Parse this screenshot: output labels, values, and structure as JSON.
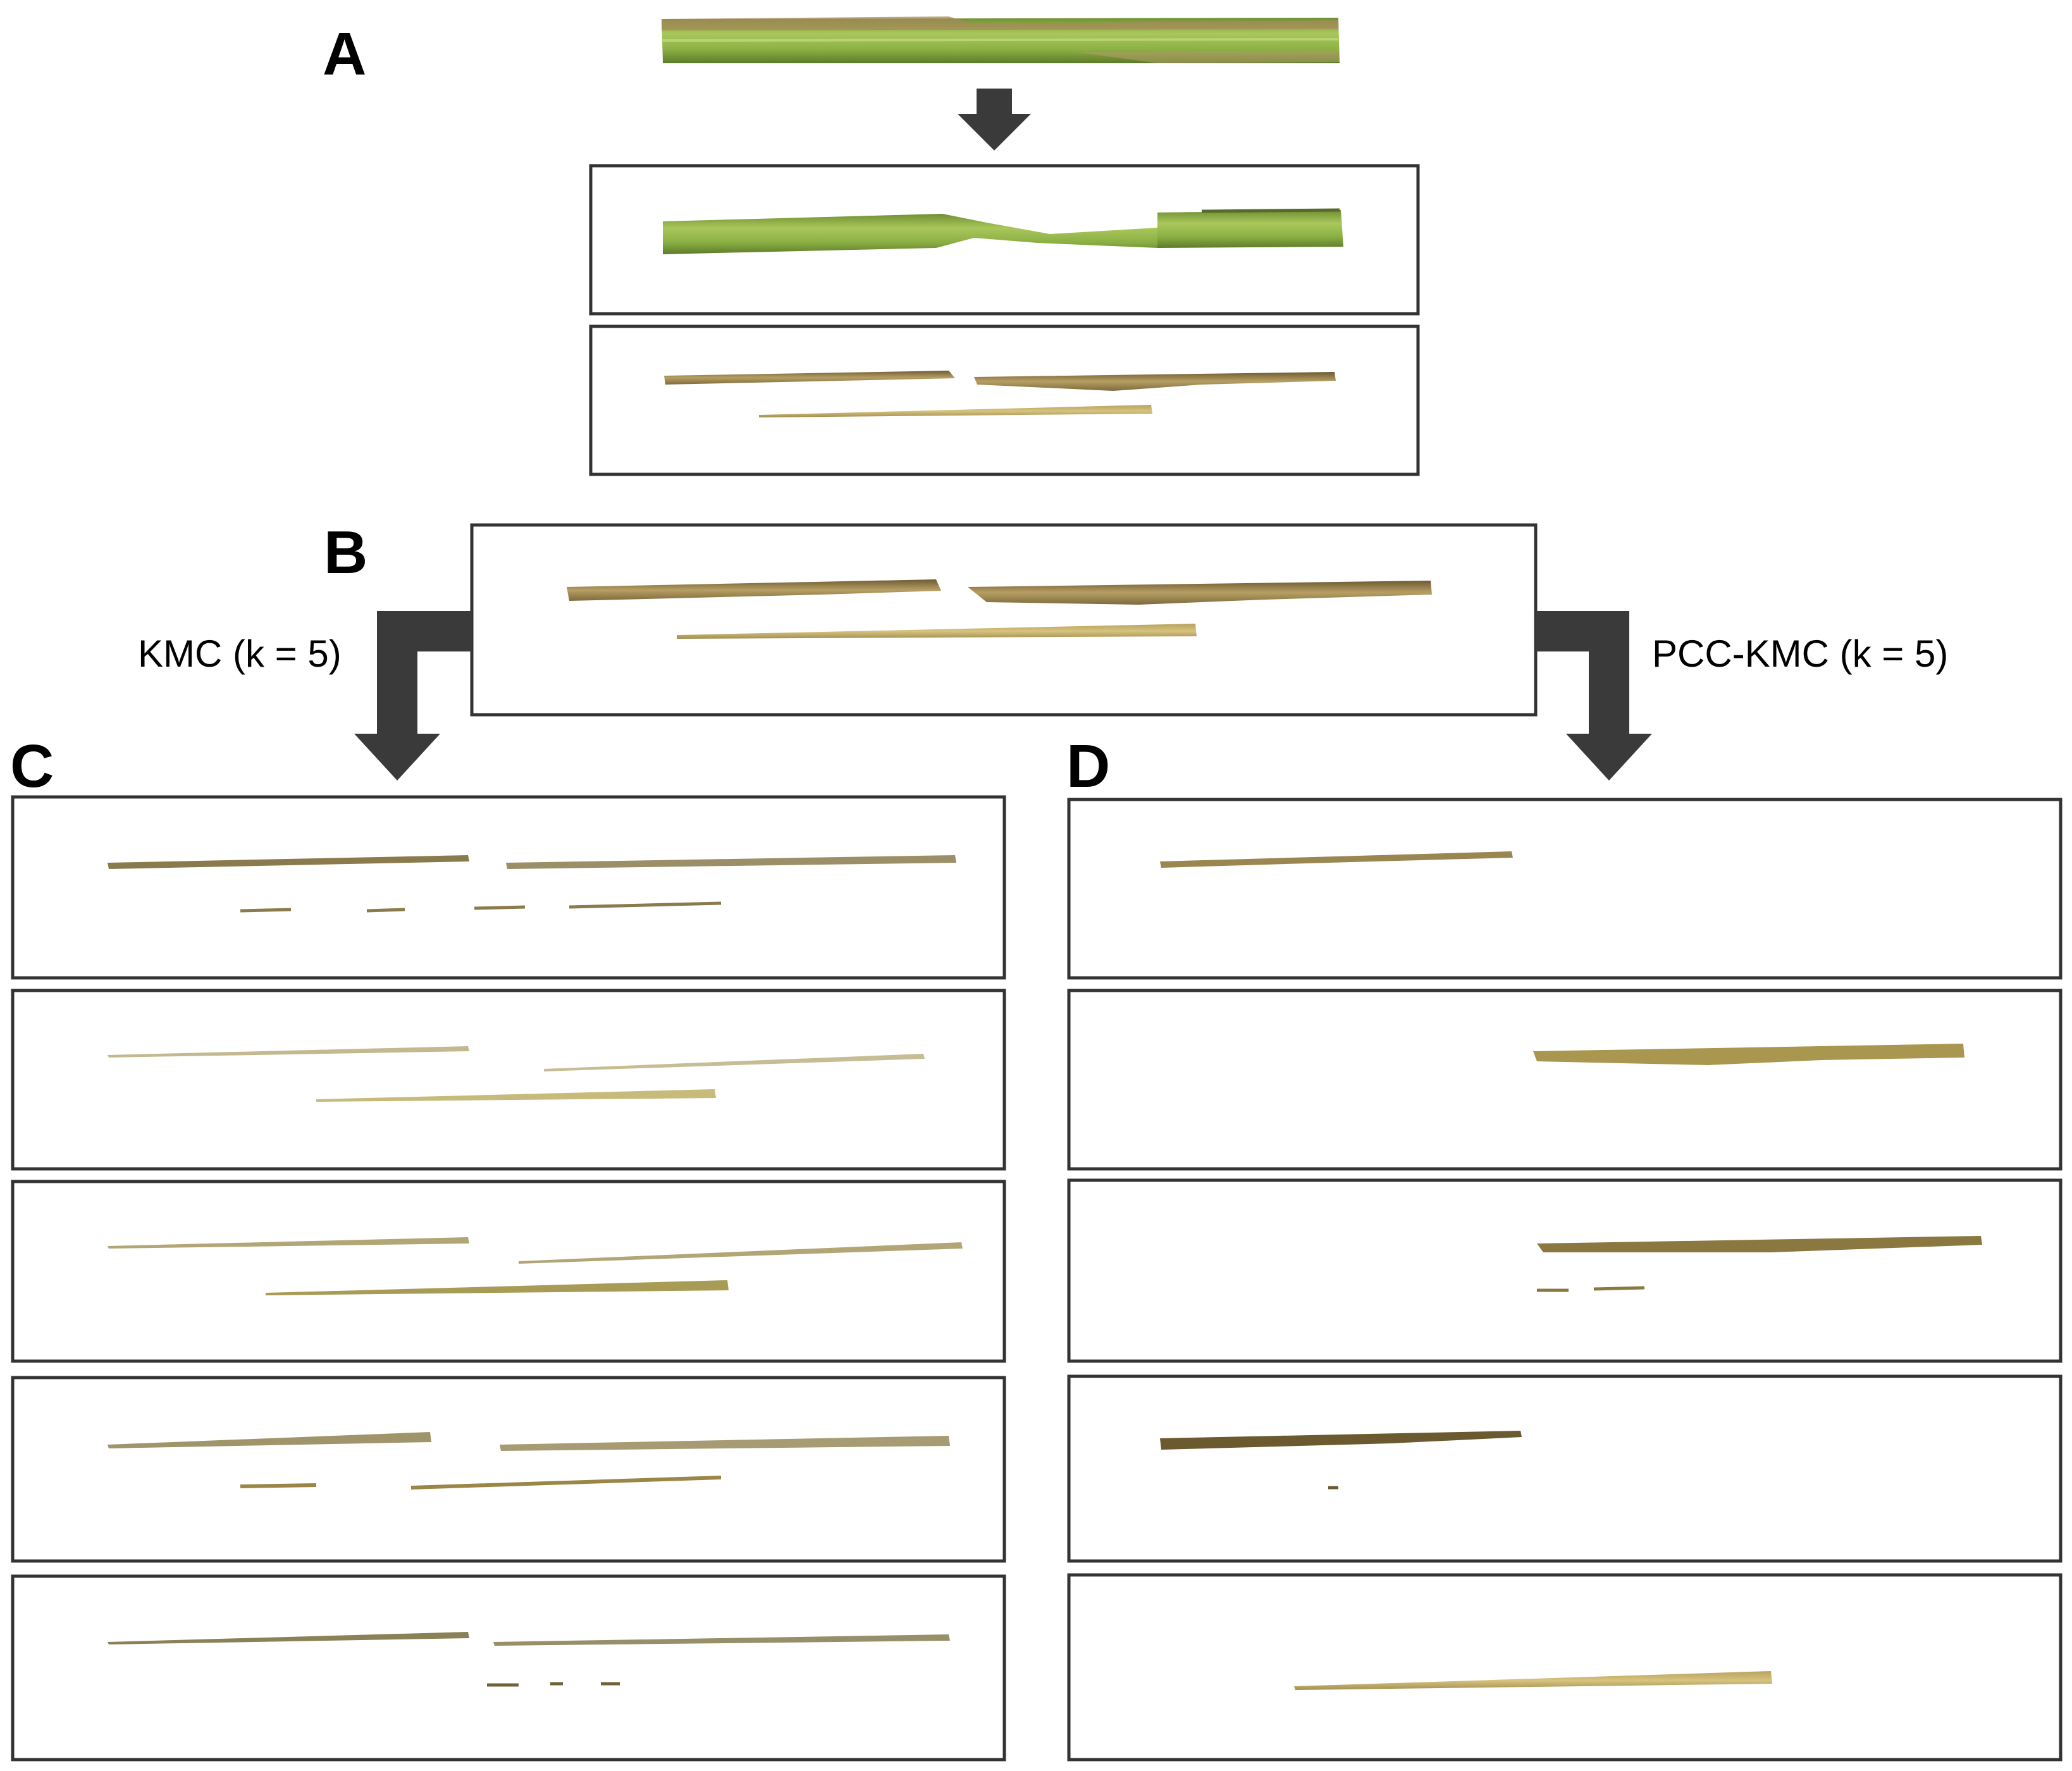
{
  "panels": {
    "a": "A",
    "b": "B",
    "c": "C",
    "d": "D"
  },
  "methods": {
    "left": "KMC (k = 5)",
    "right": "PCC-KMC (k = 5)"
  },
  "colors": {
    "frame": "#333333",
    "arrow": "#3a3a3a",
    "green_stem": "#8fb34a",
    "tan_stem": "#b9a56a",
    "dark_stem": "#6b5a30",
    "yellow_stem": "#c8b46a"
  }
}
